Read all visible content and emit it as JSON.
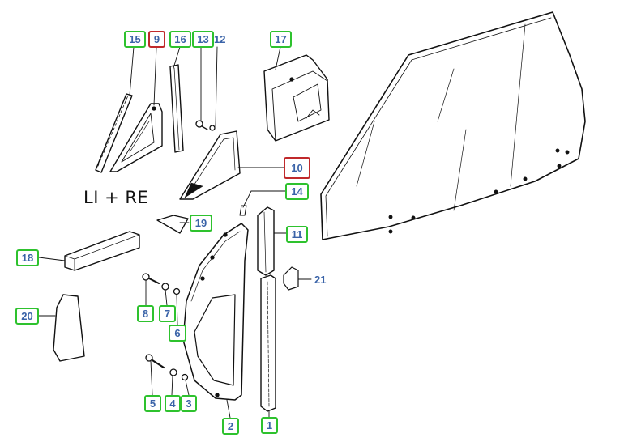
{
  "caption": "LI + RE",
  "callouts": [
    {
      "number": "15"
    },
    {
      "number": "9"
    },
    {
      "number": "16"
    },
    {
      "number": "13"
    },
    {
      "number": "12"
    },
    {
      "number": "17"
    },
    {
      "number": "10"
    },
    {
      "number": "14"
    },
    {
      "number": "19"
    },
    {
      "number": "11"
    },
    {
      "number": "18"
    },
    {
      "number": "21"
    },
    {
      "number": "8"
    },
    {
      "number": "7"
    },
    {
      "number": "6"
    },
    {
      "number": "20"
    },
    {
      "number": "5"
    },
    {
      "number": "4"
    },
    {
      "number": "3"
    },
    {
      "number": "2"
    },
    {
      "number": "1"
    }
  ],
  "colors": {
    "callout_border": "#2ec22e",
    "callout_selected_border": "#c0292b",
    "callout_text": "#3a63a8",
    "line_art": "#111111"
  }
}
